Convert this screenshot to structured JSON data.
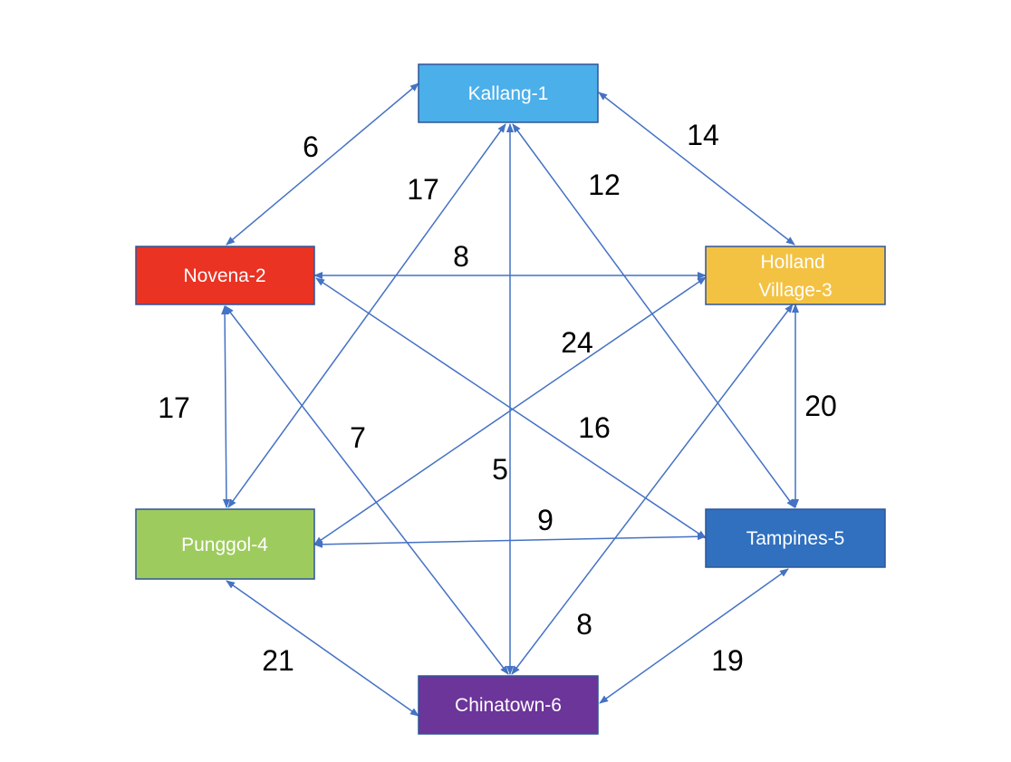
{
  "nodes": [
    {
      "id": "n1",
      "lines": [
        "Kallang-1"
      ],
      "fill": "#4BAFEA",
      "border": "#2F5597"
    },
    {
      "id": "n2",
      "lines": [
        "Novena-2"
      ],
      "fill": "#EA3323",
      "border": "#2F5597"
    },
    {
      "id": "n3",
      "lines": [
        "Holland",
        "Village-3"
      ],
      "fill": "#F4C242",
      "border": "#2F5597"
    },
    {
      "id": "n4",
      "lines": [
        "Punggol-4"
      ],
      "fill": "#9ECB5E",
      "border": "#2F5597"
    },
    {
      "id": "n5",
      "lines": [
        "Tampines-5"
      ],
      "fill": "#3070BF",
      "border": "#2F5597"
    },
    {
      "id": "n6",
      "lines": [
        "Chinatown-6"
      ],
      "fill": "#6B3599",
      "border": "#2F5597"
    }
  ],
  "edges": [
    {
      "from": "n1",
      "to": "n2",
      "weight": "6"
    },
    {
      "from": "n1",
      "to": "n3",
      "weight": "14"
    },
    {
      "from": "n1",
      "to": "n4",
      "weight": "17"
    },
    {
      "from": "n1",
      "to": "n5",
      "weight": "12"
    },
    {
      "from": "n1",
      "to": "n6",
      "weight": "5"
    },
    {
      "from": "n2",
      "to": "n3",
      "weight": "8"
    },
    {
      "from": "n2",
      "to": "n4",
      "weight": "17"
    },
    {
      "from": "n2",
      "to": "n5",
      "weight": "16"
    },
    {
      "from": "n2",
      "to": "n6",
      "weight": "7"
    },
    {
      "from": "n3",
      "to": "n4",
      "weight": "24"
    },
    {
      "from": "n3",
      "to": "n5",
      "weight": "20"
    },
    {
      "from": "n3",
      "to": "n6",
      "weight": "8"
    },
    {
      "from": "n4",
      "to": "n5",
      "weight": "9"
    },
    {
      "from": "n4",
      "to": "n6",
      "weight": "21"
    },
    {
      "from": "n5",
      "to": "n6",
      "weight": "19"
    }
  ],
  "colors": {
    "edge": "#4472C4"
  }
}
